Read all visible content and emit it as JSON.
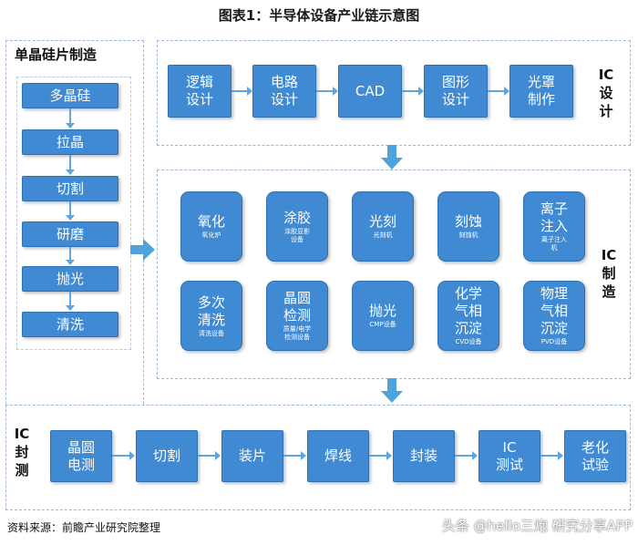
{
  "title": "图表1：半导体设备产业链示意图",
  "wafer": {
    "label": "单晶硅片制造",
    "steps": [
      "多晶硅",
      "拉晶",
      "切割",
      "研磨",
      "抛光",
      "清洗"
    ]
  },
  "design": {
    "label": "IC\n设计",
    "steps": [
      "逻辑\n设计",
      "电路\n设计",
      "CAD",
      "图形\n设计",
      "光罩\n制作"
    ]
  },
  "fab": {
    "label": "IC\n制\n造",
    "steps": [
      {
        "main": "氧化",
        "sub": "氧化炉"
      },
      {
        "main": "涂胶",
        "sub": "涂胶显影\n设备"
      },
      {
        "main": "光刻",
        "sub": "光刻机"
      },
      {
        "main": "刻蚀",
        "sub": "刻蚀机"
      },
      {
        "main": "离子\n注入",
        "sub": "离子注入\n机"
      },
      {
        "main": "多次\n清洗",
        "sub": "清洗设备"
      },
      {
        "main": "晶圆\n检测",
        "sub": "质量/电学\n检测设备"
      },
      {
        "main": "抛光",
        "sub": "CMP设备"
      },
      {
        "main": "化学\n气相\n沉淀",
        "sub": "CVD设备"
      },
      {
        "main": "物理\n气相\n沉淀",
        "sub": "PVD设备"
      }
    ]
  },
  "package": {
    "label": "IC\n封\n测",
    "steps": [
      "晶圆\n电测",
      "切割",
      "装片",
      "焊线",
      "封装",
      "IC\n测试",
      "老化\n试验"
    ]
  },
  "source": "资料来源：前瞻产业研究院整理",
  "watermark": "头条 @hello三炮 研究分享APP",
  "colors": {
    "node": "#3f8ad2",
    "arrow": "#5aa6e0",
    "frame": "#9fb6d6"
  }
}
